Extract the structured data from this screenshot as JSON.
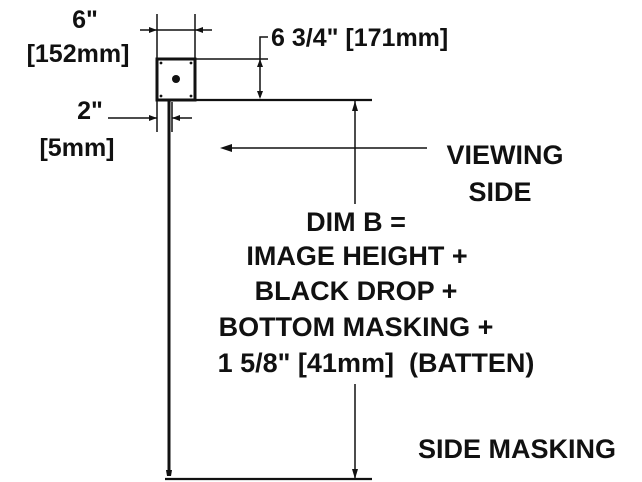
{
  "dimensions": {
    "width_label": "6\"",
    "width_metric": "[152mm]",
    "depth_label": "6 3/4\" [171mm]",
    "gap_label": "2\"",
    "gap_metric": "[5mm]"
  },
  "viewing_side": {
    "line1": "VIEWING",
    "line2": "SIDE"
  },
  "dim_b": {
    "line1": "DIM B =",
    "line2": "IMAGE HEIGHT +",
    "line3": "BLACK DROP +",
    "line4": "BOTTOM MASKING +",
    "line5": "1 5/8\" [41mm]  (BATTEN)"
  },
  "side_masking": "SIDE MASKING",
  "colors": {
    "ink": "#111111",
    "background": "#ffffff"
  }
}
